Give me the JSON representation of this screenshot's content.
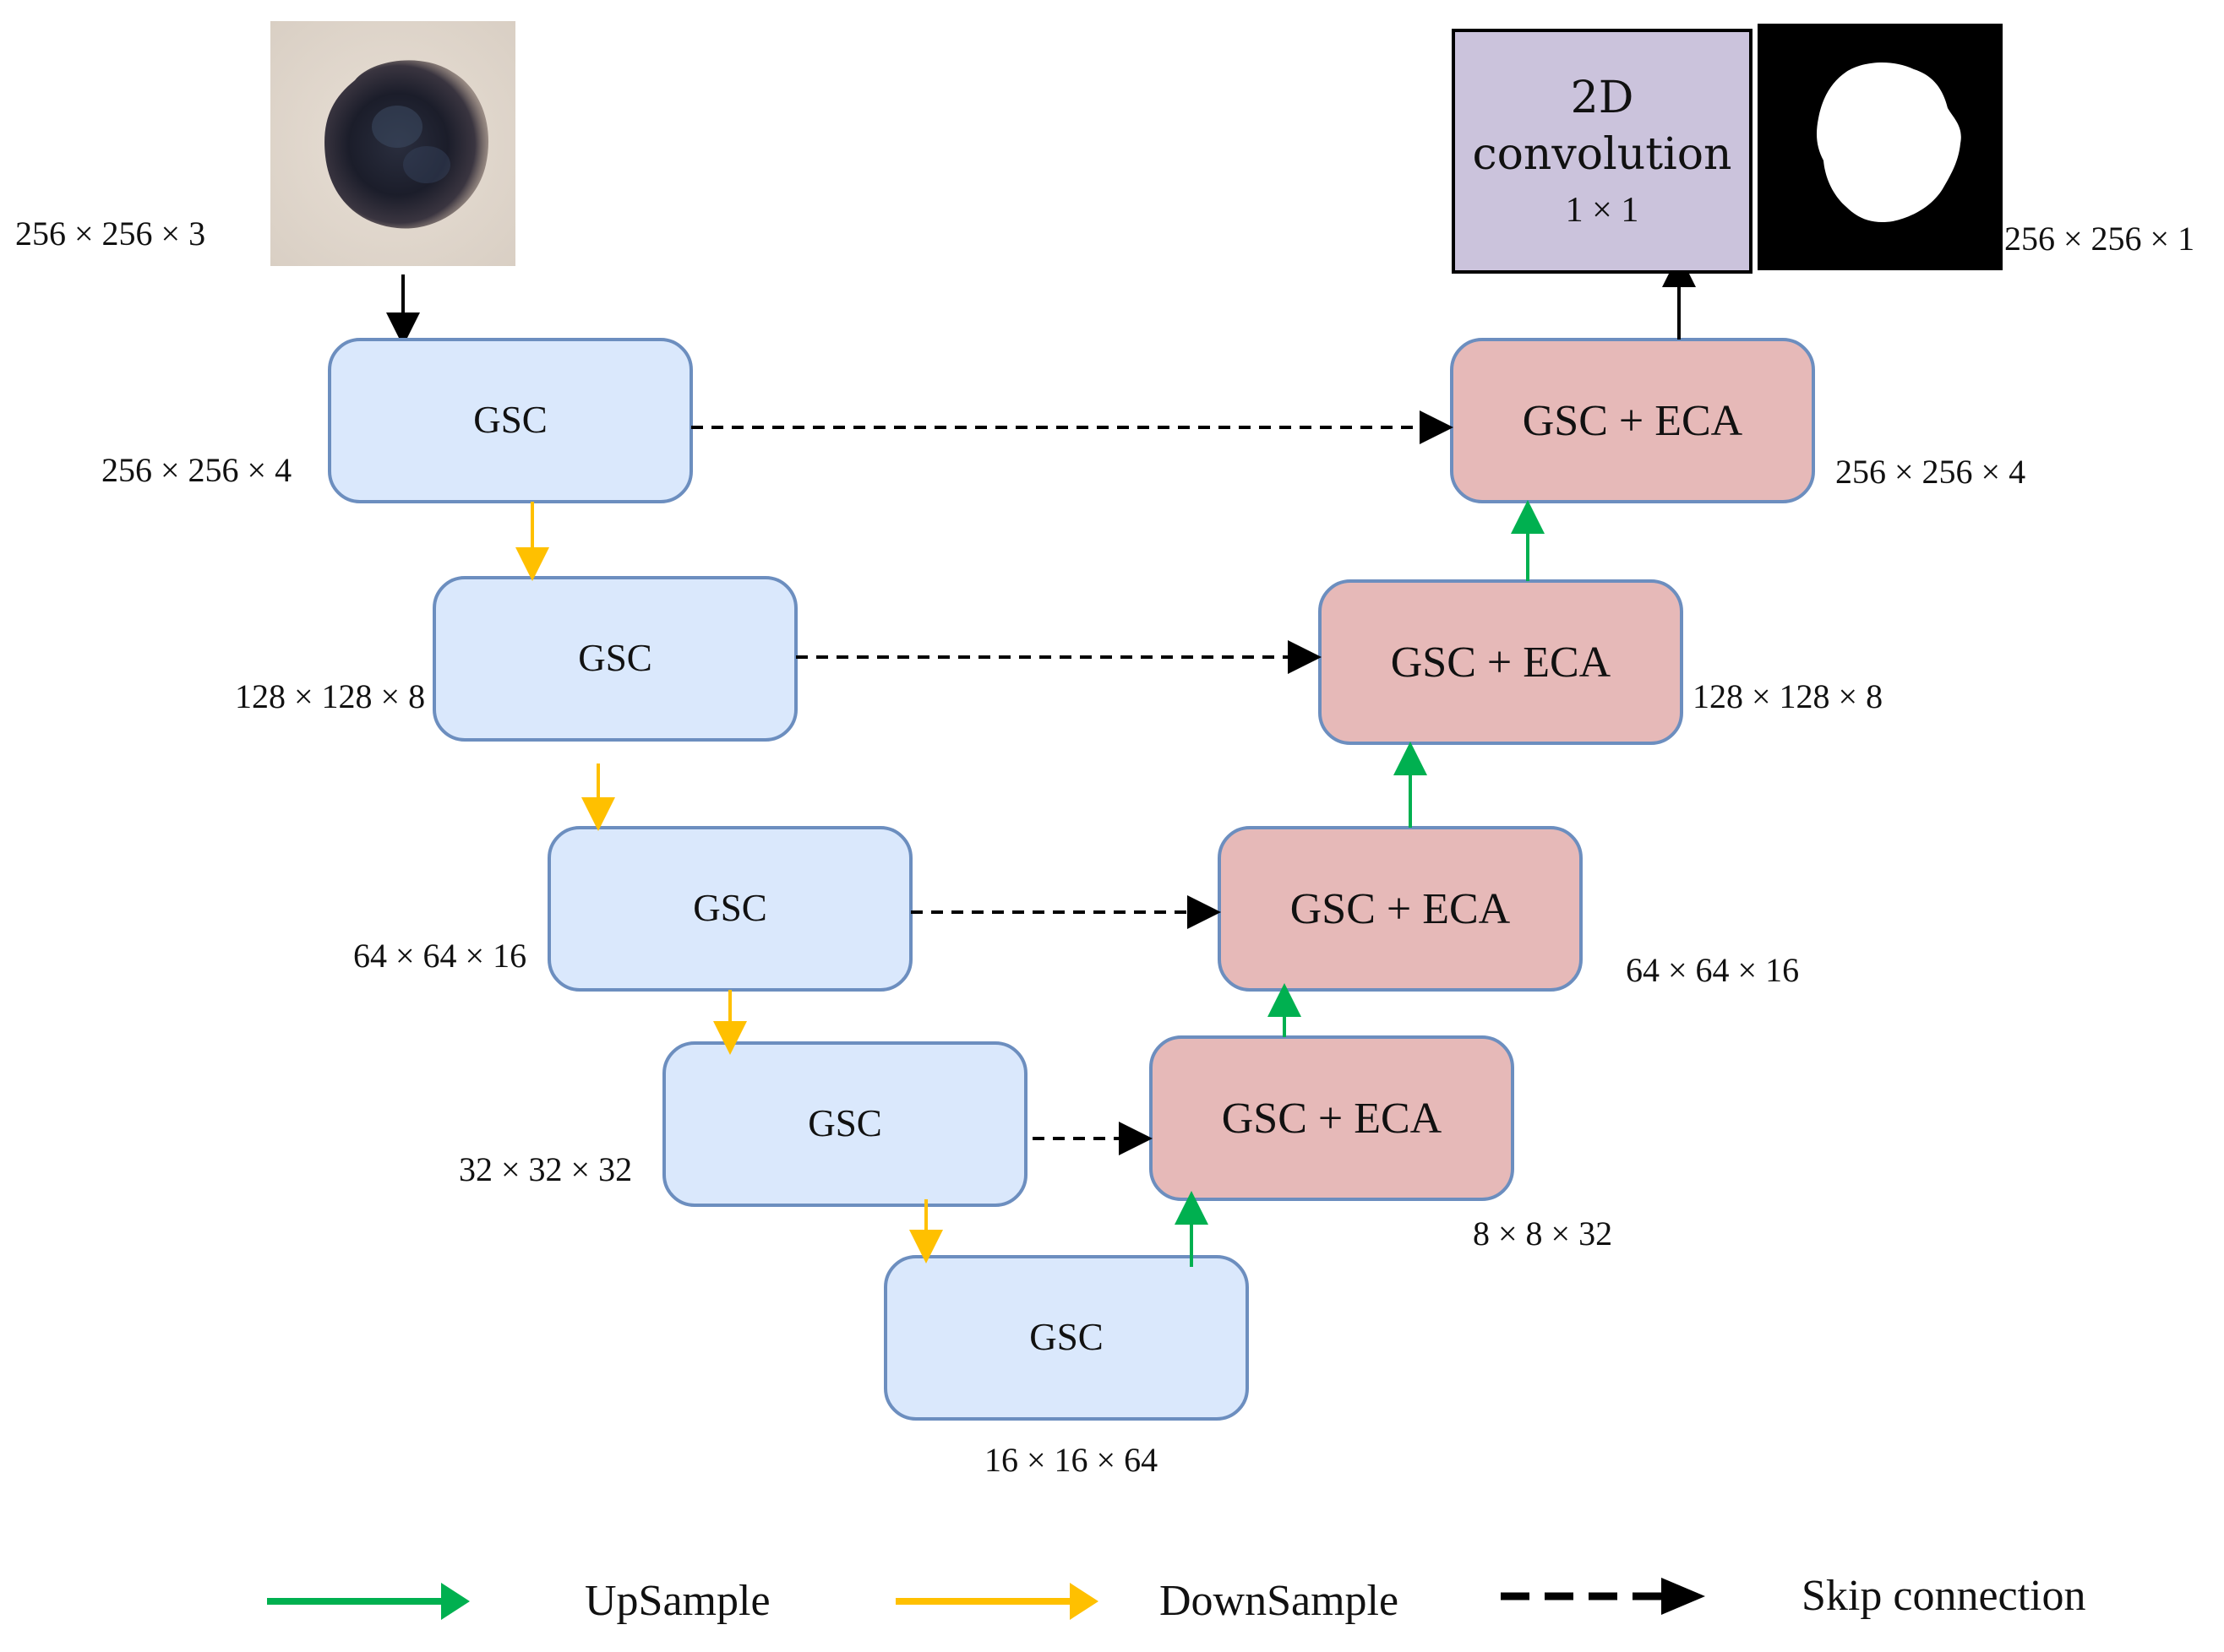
{
  "colors": {
    "encoder_fill": "#dae8fc",
    "encoder_stroke": "#6c8ebf",
    "decoder_fill": "#e6b9b8",
    "decoder_stroke": "#6c8ebf",
    "conv_fill": "#cbc3dc",
    "upsample": "#00b050",
    "downsample": "#ffc000",
    "skip": "#000000"
  },
  "input": {
    "dims": "256 × 256 × 3",
    "image": "dermoscopic-lesion-image"
  },
  "encoder": [
    {
      "label": "GSC",
      "dims": "256 × 256 × 4"
    },
    {
      "label": "GSC",
      "dims": "128 × 128 × 8"
    },
    {
      "label": "GSC",
      "dims": "64 × 64 × 16"
    },
    {
      "label": "GSC",
      "dims": "32 × 32 × 32"
    }
  ],
  "bottleneck": {
    "label": "GSC",
    "dims": "16 × 16 × 64"
  },
  "decoder": [
    {
      "label": "GSC + ECA",
      "dims": "256 × 256 × 4"
    },
    {
      "label": "GSC + ECA",
      "dims": "128 × 128 × 8"
    },
    {
      "label": "GSC + ECA",
      "dims": "64 × 64 × 16"
    },
    {
      "label": "GSC + ECA",
      "dims": "8 × 8 × 32"
    }
  ],
  "output_conv": {
    "line1": "2D",
    "line2": "convolution",
    "kernel": "1 × 1"
  },
  "output": {
    "dims": "256 × 256 × 1",
    "image": "segmentation-mask"
  },
  "legend": {
    "upsample": "UpSample",
    "downsample": "DownSample",
    "skip": "Skip connection"
  }
}
